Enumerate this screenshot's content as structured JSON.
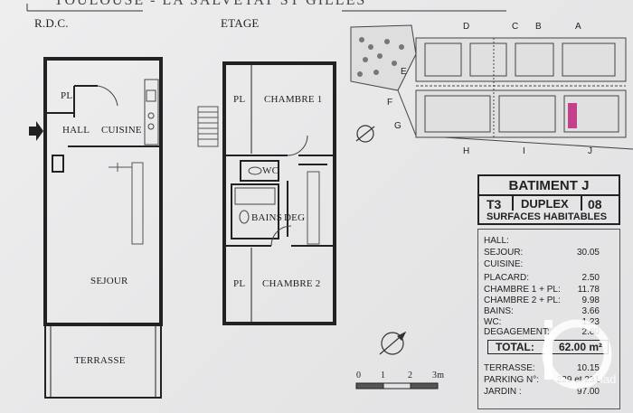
{
  "header": {
    "title": "TOULOUSE - LA SALVETAT ST GILLES",
    "rdc_label": "R.D.C.",
    "etage_label": "ETAGE"
  },
  "rdc": {
    "rooms": {
      "pl": "PL",
      "hall": "HALL",
      "cuisine": "CUISINE",
      "sejour": "SEJOUR",
      "terrasse": "TERRASSE"
    }
  },
  "etage": {
    "rooms": {
      "pl1": "PL",
      "chambre1": "CHAMBRE 1",
      "wc": "WC",
      "bains": "BAINS",
      "deg": "DEG",
      "pl2": "PL",
      "chambre2": "CHAMBRE 2"
    }
  },
  "site_plan": {
    "letters": [
      "D",
      "C",
      "B",
      "A",
      "E",
      "F",
      "G",
      "H",
      "I",
      "J"
    ]
  },
  "scale": {
    "ticks": [
      "0",
      "1",
      "2",
      "3m"
    ]
  },
  "surfaces": {
    "batiment": "BATIMENT J",
    "type": "T3",
    "kind": "DUPLEX",
    "number": "08",
    "subtitle": "SURFACES HABITABLES",
    "rows": [
      {
        "label": "HALL:",
        "value": ""
      },
      {
        "label": "SEJOUR:",
        "value": "30.05"
      },
      {
        "label": "CUISINE:",
        "value": ""
      },
      {
        "label": "PLACARD:",
        "value": "2.50"
      },
      {
        "label": "CHAMBRE 1 + PL:",
        "value": "11.78"
      },
      {
        "label": "CHAMBRE 2 + PL:",
        "value": "9.98"
      },
      {
        "label": "BAINS:",
        "value": "3.66"
      },
      {
        "label": "WC:",
        "value": "1.23"
      },
      {
        "label": "DEGAGEMENT:",
        "value": "2.80"
      }
    ],
    "total_label": "TOTAL:",
    "total_value": "62.00 m²",
    "extras": [
      {
        "label": "TERRASSE:",
        "value": "10.15"
      },
      {
        "label": "PARKING N°:",
        "value": "229 et 231"
      },
      {
        "label": "JARDIN :",
        "value": "97.00"
      }
    ]
  },
  "colors": {
    "ink": "#222222",
    "paper": "#e9e9ea",
    "highlight": "#c2418a"
  },
  "logo": {
    "icon": "iad-logo-icon",
    "text": "iad"
  }
}
